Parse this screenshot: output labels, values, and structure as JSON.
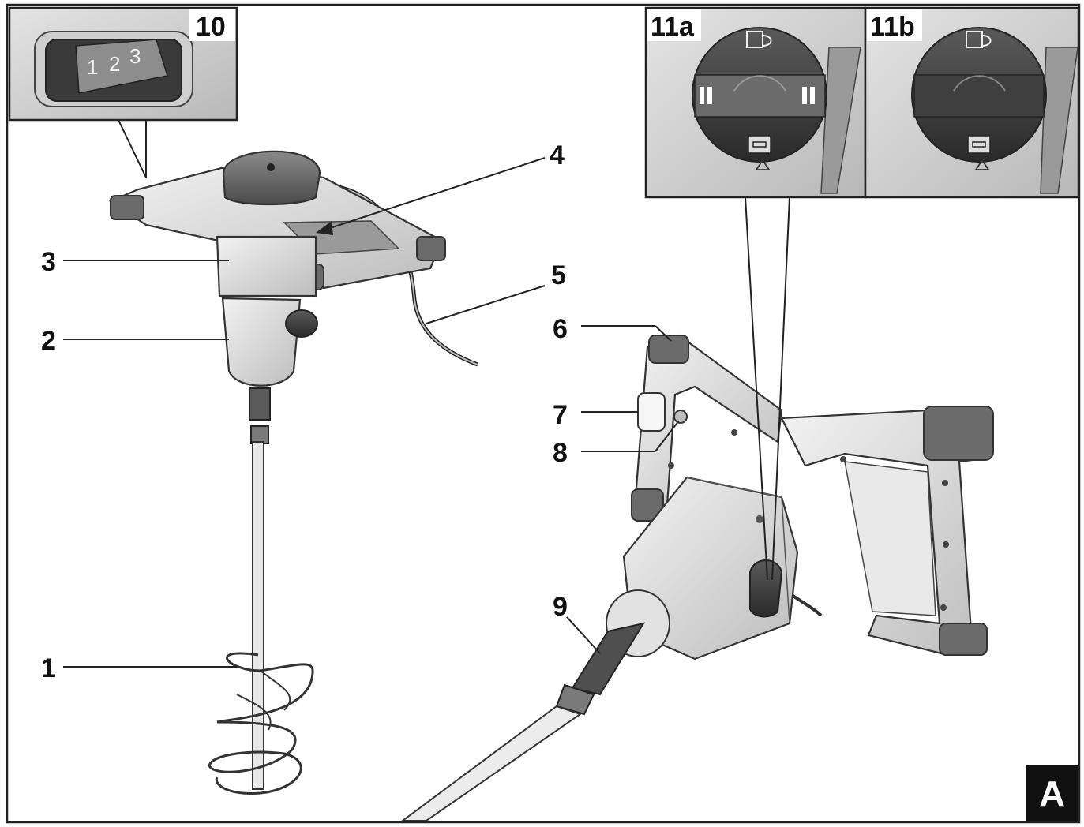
{
  "figure": {
    "badge": "A",
    "callouts": {
      "c1": "1",
      "c2": "2",
      "c3": "3",
      "c4": "4",
      "c5": "5",
      "c6": "6",
      "c7": "7",
      "c8": "8",
      "c9": "9"
    },
    "insets": {
      "speed_selector": {
        "label": "10",
        "digits": [
          "1",
          "2",
          "3"
        ]
      },
      "gear_knob_a": {
        "label": "11a"
      },
      "gear_knob_b": {
        "label": "11b"
      }
    }
  }
}
